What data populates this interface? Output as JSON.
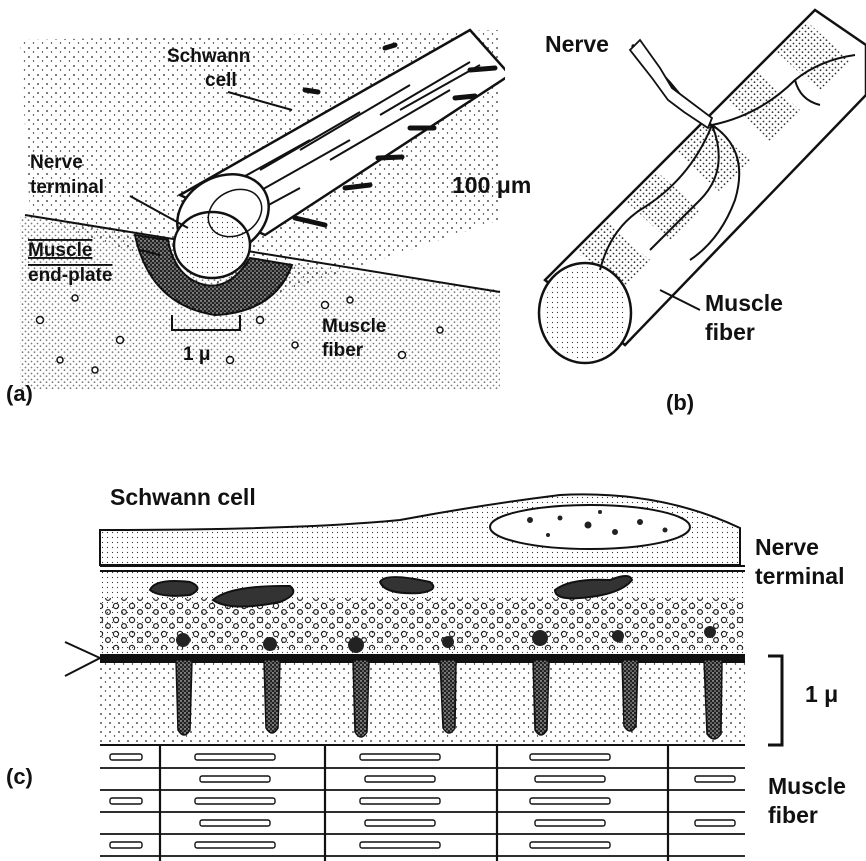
{
  "panel_a": {
    "panel_label": "(a)",
    "schwann_cell_line1": "Schwann",
    "schwann_cell_line2": "cell",
    "nerve_terminal_line1": "Nerve",
    "nerve_terminal_line2": "terminal",
    "muscle_end_plate_line1": "Muscle",
    "muscle_end_plate_line2": "end-plate",
    "muscle_fiber_line1": "Muscle",
    "muscle_fiber_line2": "fiber",
    "scale_small": "1 μ",
    "scale_large": "100 μm"
  },
  "panel_b": {
    "panel_label": "(b)",
    "nerve": "Nerve",
    "muscle_fiber_line1": "Muscle",
    "muscle_fiber_line2": "fiber"
  },
  "panel_c": {
    "panel_label": "(c)",
    "schwann_cell": "Schwann cell",
    "nerve_terminal_line1": "Nerve",
    "nerve_terminal_line2": "terminal",
    "scale": "1 μ",
    "muscle_fiber_line1": "Muscle",
    "muscle_fiber_line2": "fiber"
  }
}
